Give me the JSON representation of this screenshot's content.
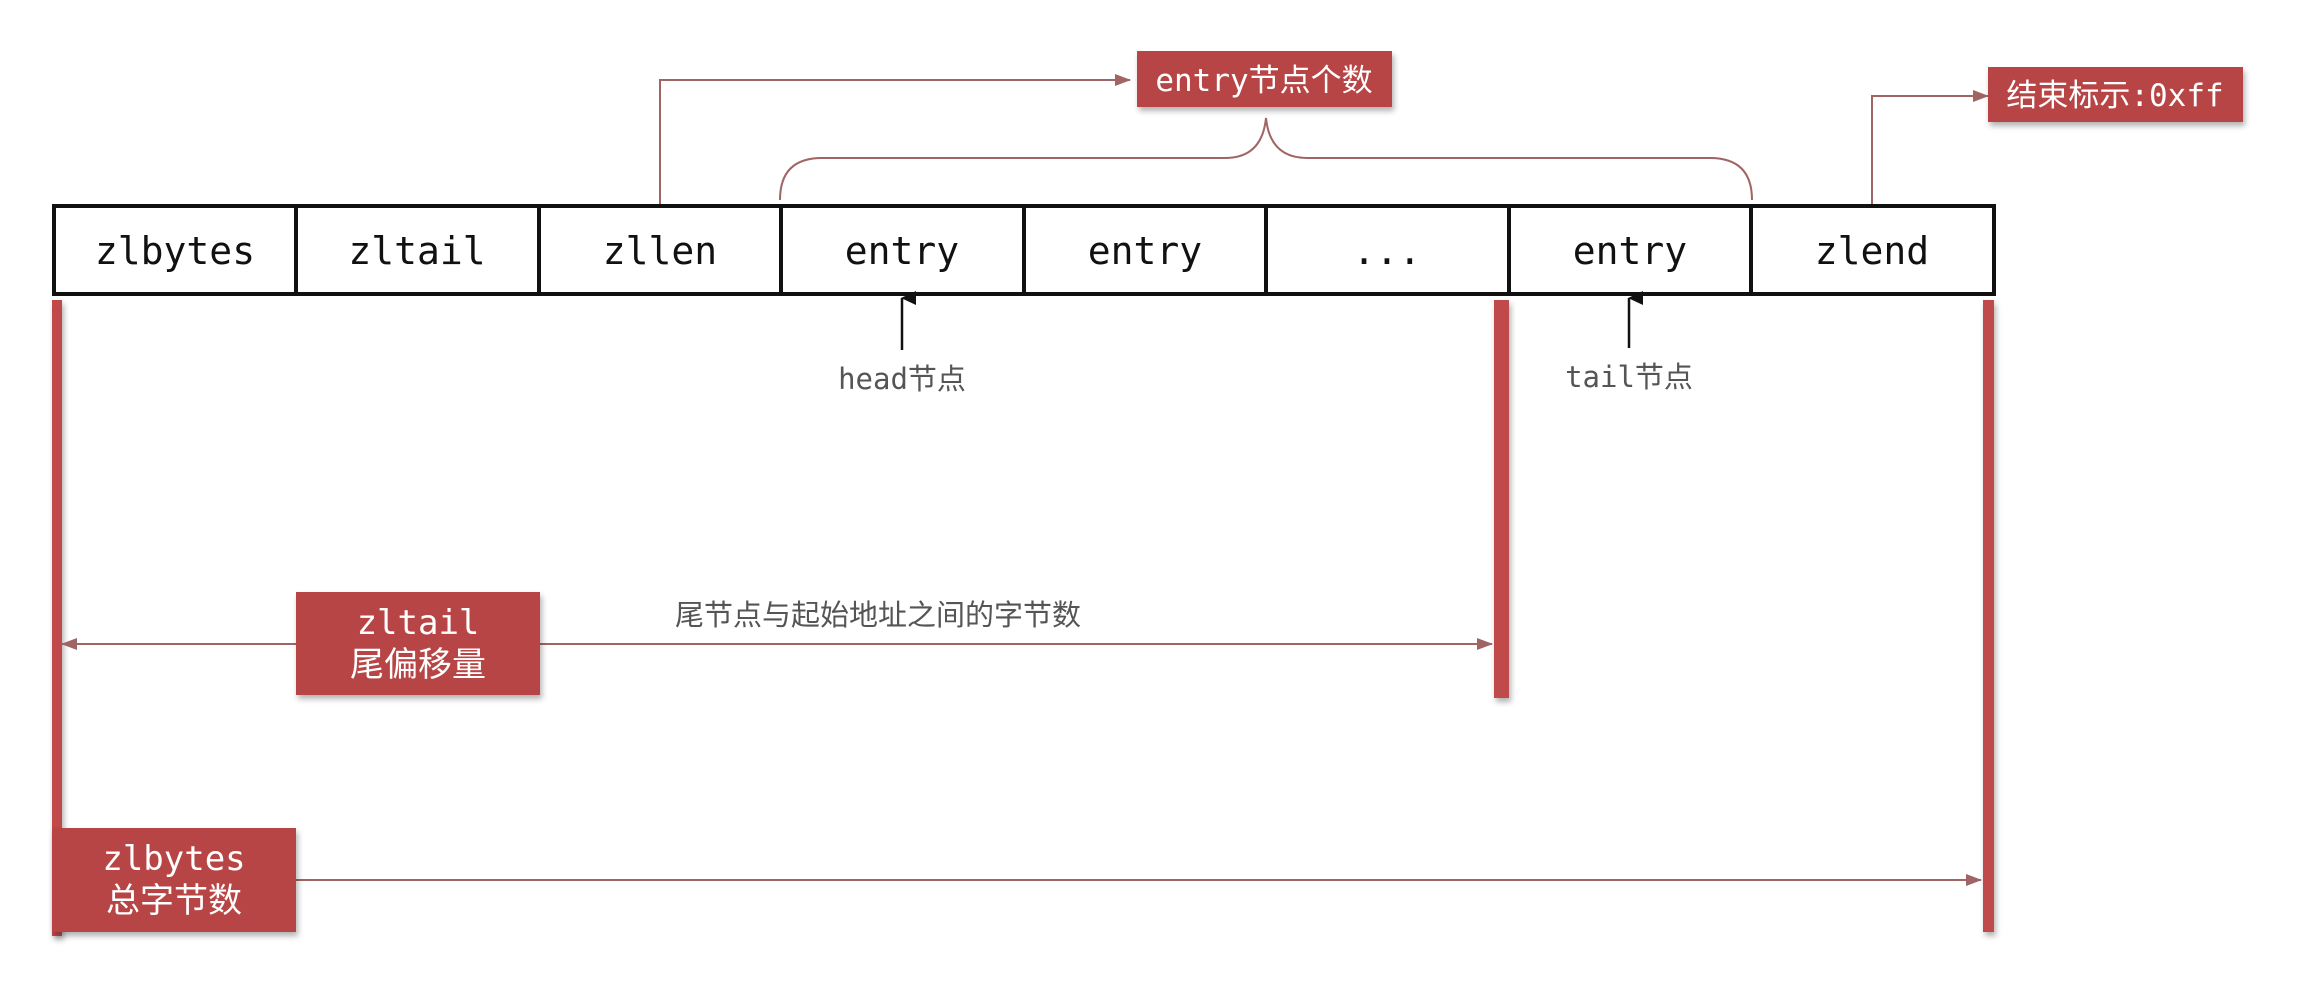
{
  "cells": [
    "zlbytes",
    "zltail",
    "zllen",
    "entry",
    "entry",
    "...",
    "entry",
    "zlend"
  ],
  "labels": {
    "entry_count": "entry节点个数",
    "end_marker": "结束标示:0xff",
    "zltail_title": "zltail",
    "zltail_subtitle": "尾偏移量",
    "zlbytes_title": "zlbytes",
    "zlbytes_subtitle": "总字节数"
  },
  "captions": {
    "head": "head节点",
    "tail": "tail节点",
    "tail_offset": "尾节点与起始地址之间的字节数"
  },
  "colors": {
    "label_fill": "#b84444",
    "bar": "#c04848",
    "connector": "#a06464",
    "border": "#111111"
  }
}
